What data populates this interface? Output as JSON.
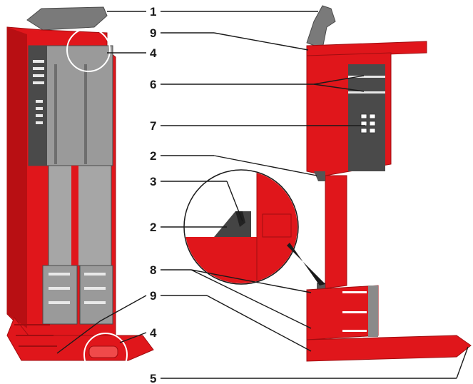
{
  "callouts": [
    {
      "id": "c1",
      "label": "1"
    },
    {
      "id": "c9a",
      "label": "9"
    },
    {
      "id": "c4a",
      "label": "4"
    },
    {
      "id": "c6",
      "label": "6"
    },
    {
      "id": "c7",
      "label": "7"
    },
    {
      "id": "c2a",
      "label": "2"
    },
    {
      "id": "c3",
      "label": "3"
    },
    {
      "id": "c2b",
      "label": "2"
    },
    {
      "id": "c8",
      "label": "8"
    },
    {
      "id": "c9b",
      "label": "9"
    },
    {
      "id": "c4b",
      "label": "4"
    },
    {
      "id": "c5",
      "label": "5"
    }
  ],
  "colors": {
    "housing_red": "#e0161b",
    "housing_dark_red": "#a00d10",
    "housing_highlight": "#f04a4a",
    "module_gray": "#9a9a9a",
    "module_dark_gray": "#4a4a4a",
    "lever_gray": "#7a7a7a",
    "text": "#1a1a1a"
  }
}
